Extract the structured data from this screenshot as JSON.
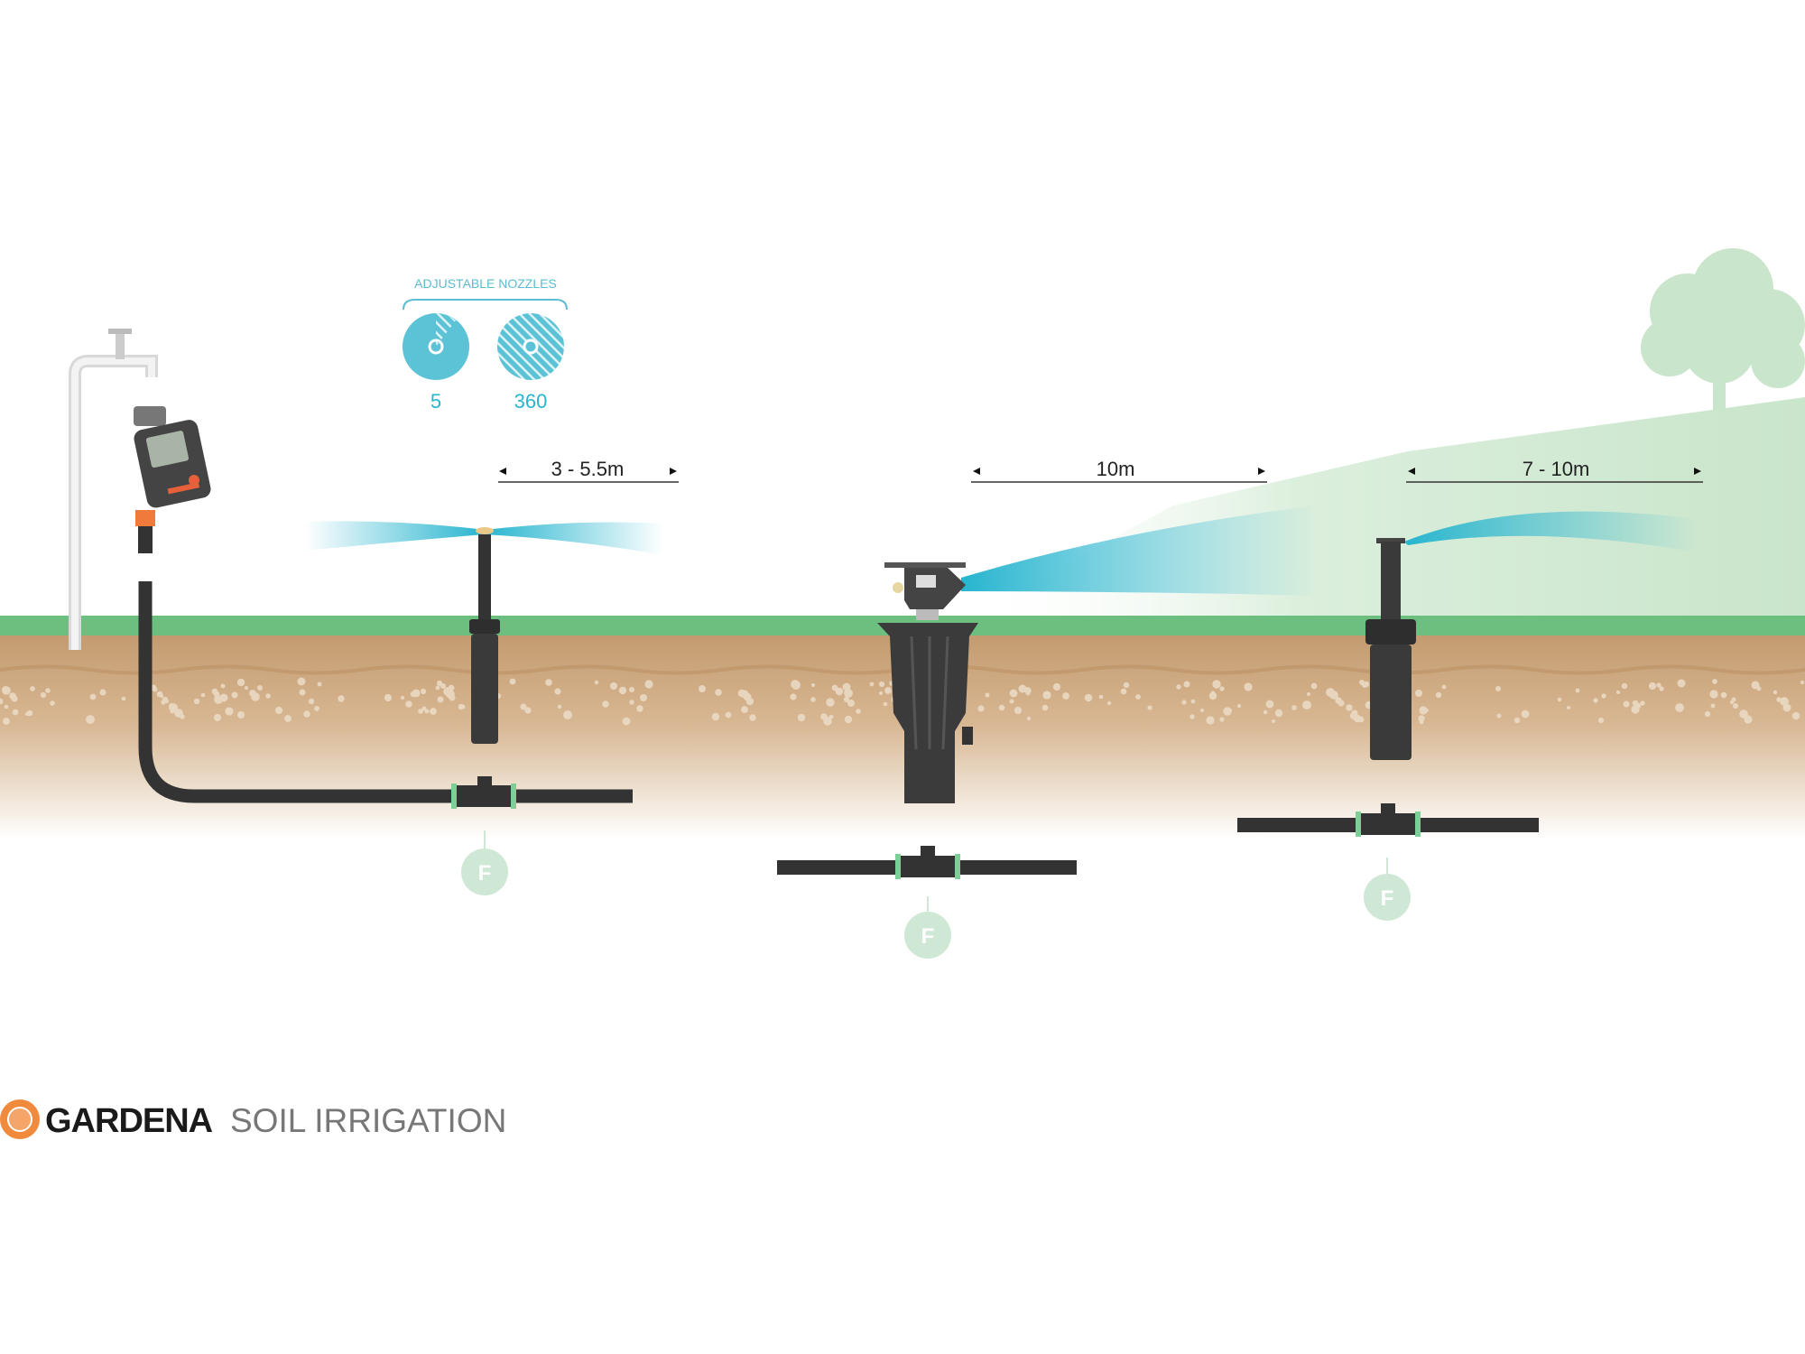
{
  "nozzles": {
    "title": "ADJUSTABLE NOZZLES",
    "items": [
      {
        "label": "5"
      },
      {
        "label": "360"
      }
    ]
  },
  "distances": [
    {
      "label": "3 - 5.5m"
    },
    {
      "label": "10m"
    },
    {
      "label": "7 - 10m"
    }
  ],
  "fittings": [
    {
      "label": "F"
    },
    {
      "label": "F"
    },
    {
      "label": "F"
    }
  ],
  "footer": {
    "brand": "GARDENA",
    "title": "SOIL IRRIGATION"
  },
  "colors": {
    "accent": "#27b5cf",
    "grass": "#6cbf7f",
    "soil": "#c69a6c",
    "brand": "#f08a3c",
    "fitting": "#cfe8d6"
  }
}
